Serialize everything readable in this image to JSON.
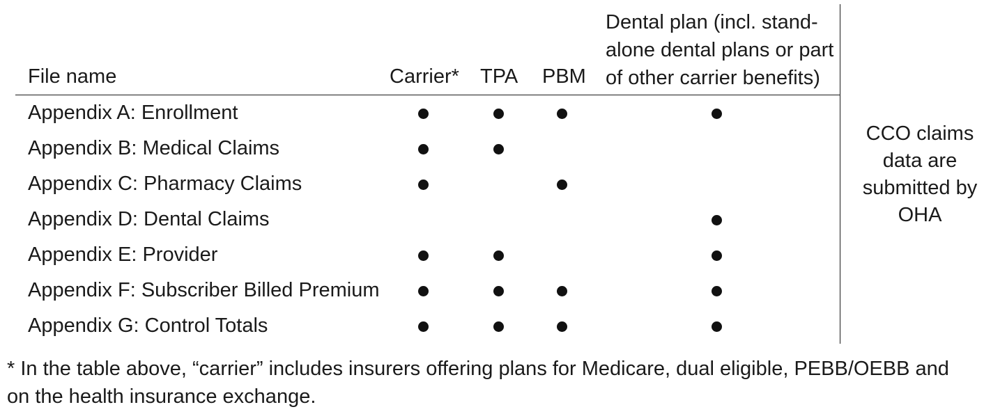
{
  "table": {
    "headers": {
      "file_name": "File name",
      "carrier": "Carrier*",
      "tpa": "TPA",
      "pbm": "PBM",
      "dental": "Dental plan (incl. stand-alone dental plans or part of other carrier benefits)"
    },
    "rows": [
      {
        "name": "Appendix A: Enrollment",
        "carrier": true,
        "tpa": true,
        "pbm": true,
        "dental": true
      },
      {
        "name": "Appendix B: Medical Claims",
        "carrier": true,
        "tpa": true,
        "pbm": false,
        "dental": false
      },
      {
        "name": "Appendix C: Pharmacy Claims",
        "carrier": true,
        "tpa": false,
        "pbm": true,
        "dental": false
      },
      {
        "name": "Appendix D: Dental Claims",
        "carrier": false,
        "tpa": false,
        "pbm": false,
        "dental": true
      },
      {
        "name": "Appendix E: Provider",
        "carrier": true,
        "tpa": true,
        "pbm": false,
        "dental": true
      },
      {
        "name": "Appendix F: Subscriber Billed Premium",
        "carrier": true,
        "tpa": true,
        "pbm": true,
        "dental": true
      },
      {
        "name": "Appendix G: Control Totals",
        "carrier": true,
        "tpa": true,
        "pbm": true,
        "dental": true
      }
    ]
  },
  "side_note": "CCO claims data are submitted by OHA",
  "footnote": "* In the table above, “carrier” includes insurers offering plans for Medicare, dual eligible, PEBB/OEBB and on the health insurance exchange."
}
